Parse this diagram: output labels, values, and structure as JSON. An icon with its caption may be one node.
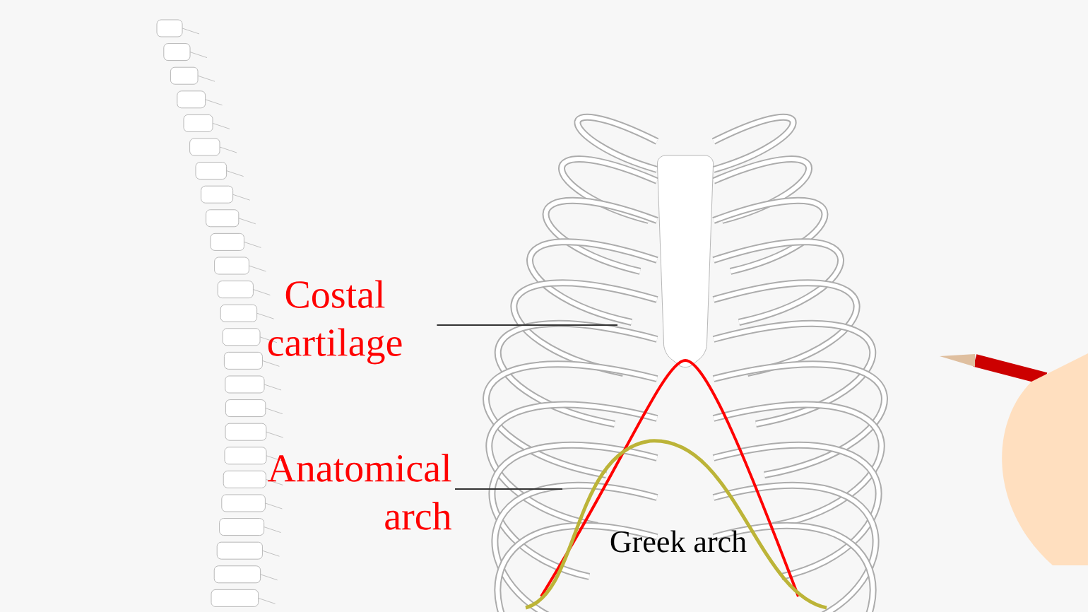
{
  "diagram": {
    "nodes": [
      {
        "text": [
          "Costal cartilage"
        ]
      },
      {
        "text": [
          "Anatomical arch"
        ]
      }
    ],
    "edges": [
      {
        "from": 0,
        "to": null,
        "arrow": "none"
      },
      {
        "from": 1,
        "to": null,
        "arrow": "none"
      }
    ],
    "labels": [
      "Greek arch"
    ]
  }
}
